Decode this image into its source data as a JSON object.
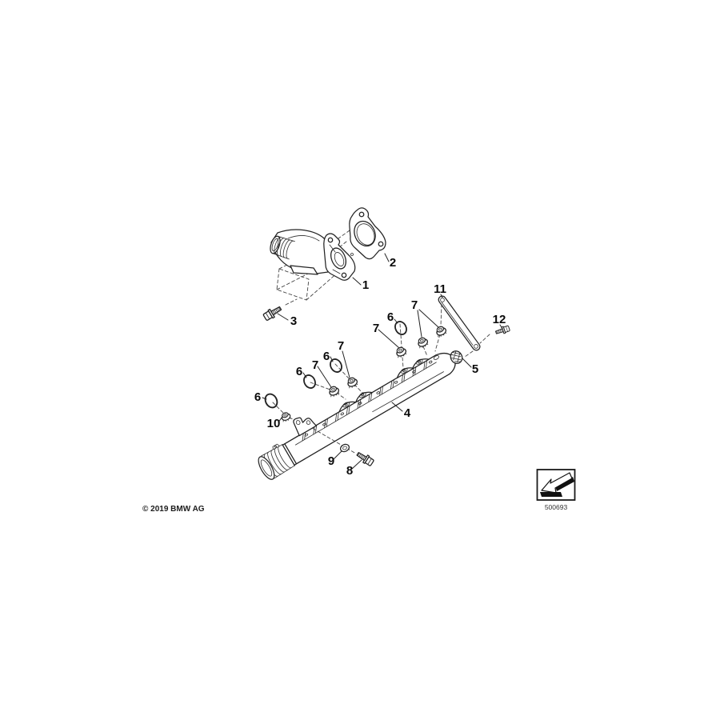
{
  "diagram": {
    "copyright": "© 2019 BMW AG",
    "drawing_number": "500693",
    "stamp_icon": "arrow-down-left-3d",
    "callouts": {
      "c1": "1",
      "c2": "2",
      "c3": "3",
      "c4": "4",
      "c5": "5",
      "c6": "6",
      "c7": "7",
      "c8": "8",
      "c9": "9",
      "c10": "10",
      "c11": "11",
      "c12": "12"
    }
  }
}
